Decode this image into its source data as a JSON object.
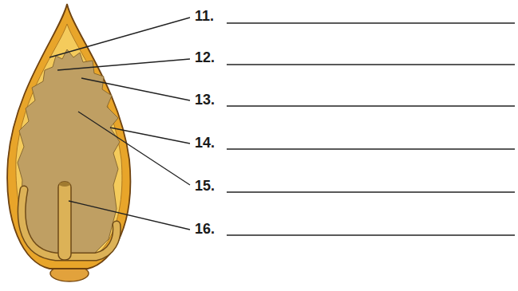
{
  "diagram": {
    "labels": [
      "11.",
      "12.",
      "13.",
      "14.",
      "15.",
      "16."
    ]
  }
}
